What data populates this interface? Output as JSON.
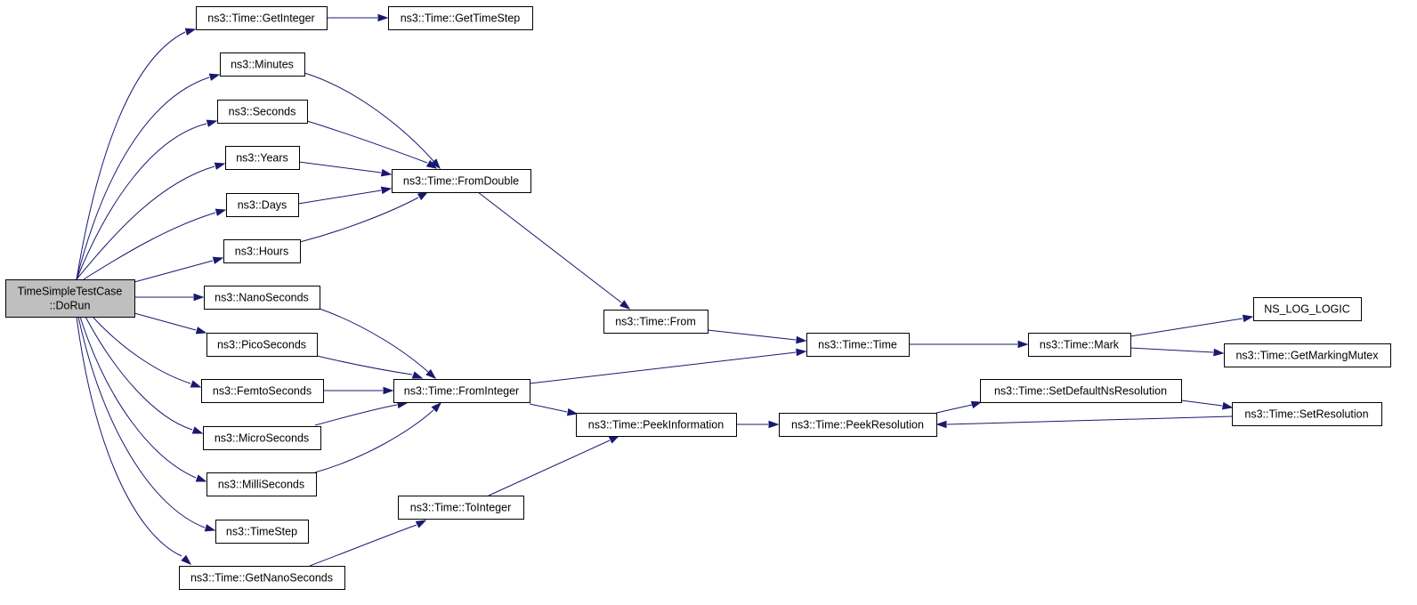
{
  "graph": {
    "root": "dorun",
    "nodes": [
      {
        "id": "dorun",
        "lines": [
          "TimeSimpleTestCase",
          "::DoRun"
        ],
        "highlighted": true
      },
      {
        "id": "getinteger",
        "lines": [
          "ns3::Time::GetInteger"
        ]
      },
      {
        "id": "gettimestep",
        "lines": [
          "ns3::Time::GetTimeStep"
        ]
      },
      {
        "id": "minutes",
        "lines": [
          "ns3::Minutes"
        ]
      },
      {
        "id": "seconds",
        "lines": [
          "ns3::Seconds"
        ]
      },
      {
        "id": "years",
        "lines": [
          "ns3::Years"
        ]
      },
      {
        "id": "days",
        "lines": [
          "ns3::Days"
        ]
      },
      {
        "id": "hours",
        "lines": [
          "ns3::Hours"
        ]
      },
      {
        "id": "fromdouble",
        "lines": [
          "ns3::Time::FromDouble"
        ]
      },
      {
        "id": "nanoseconds",
        "lines": [
          "ns3::NanoSeconds"
        ]
      },
      {
        "id": "picoseconds",
        "lines": [
          "ns3::PicoSeconds"
        ]
      },
      {
        "id": "femtoseconds",
        "lines": [
          "ns3::FemtoSeconds"
        ]
      },
      {
        "id": "microseconds",
        "lines": [
          "ns3::MicroSeconds"
        ]
      },
      {
        "id": "milliseconds",
        "lines": [
          "ns3::MilliSeconds"
        ]
      },
      {
        "id": "timestep",
        "lines": [
          "ns3::TimeStep"
        ]
      },
      {
        "id": "getnanoseconds",
        "lines": [
          "ns3::Time::GetNanoSeconds"
        ]
      },
      {
        "id": "frominteger",
        "lines": [
          "ns3::Time::FromInteger"
        ]
      },
      {
        "id": "tointeger",
        "lines": [
          "ns3::Time::ToInteger"
        ]
      },
      {
        "id": "from",
        "lines": [
          "ns3::Time::From"
        ]
      },
      {
        "id": "peekinformation",
        "lines": [
          "ns3::Time::PeekInformation"
        ]
      },
      {
        "id": "time",
        "lines": [
          "ns3::Time::Time"
        ]
      },
      {
        "id": "peekresolution",
        "lines": [
          "ns3::Time::PeekResolution"
        ]
      },
      {
        "id": "mark",
        "lines": [
          "ns3::Time::Mark"
        ]
      },
      {
        "id": "setdefaultnsresolution",
        "lines": [
          "ns3::Time::SetDefaultNsResolution"
        ]
      },
      {
        "id": "ns_log_logic",
        "lines": [
          "NS_LOG_LOGIC"
        ]
      },
      {
        "id": "getmarkingmutex",
        "lines": [
          "ns3::Time::GetMarkingMutex"
        ]
      },
      {
        "id": "setresolution",
        "lines": [
          "ns3::Time::SetResolution"
        ]
      }
    ],
    "edges": [
      {
        "from": "dorun",
        "to": "getinteger"
      },
      {
        "from": "dorun",
        "to": "minutes"
      },
      {
        "from": "dorun",
        "to": "seconds"
      },
      {
        "from": "dorun",
        "to": "years"
      },
      {
        "from": "dorun",
        "to": "days"
      },
      {
        "from": "dorun",
        "to": "hours"
      },
      {
        "from": "dorun",
        "to": "nanoseconds"
      },
      {
        "from": "dorun",
        "to": "picoseconds"
      },
      {
        "from": "dorun",
        "to": "femtoseconds"
      },
      {
        "from": "dorun",
        "to": "microseconds"
      },
      {
        "from": "dorun",
        "to": "milliseconds"
      },
      {
        "from": "dorun",
        "to": "timestep"
      },
      {
        "from": "dorun",
        "to": "getnanoseconds"
      },
      {
        "from": "getinteger",
        "to": "gettimestep"
      },
      {
        "from": "minutes",
        "to": "fromdouble"
      },
      {
        "from": "seconds",
        "to": "fromdouble"
      },
      {
        "from": "years",
        "to": "fromdouble"
      },
      {
        "from": "days",
        "to": "fromdouble"
      },
      {
        "from": "hours",
        "to": "fromdouble"
      },
      {
        "from": "fromdouble",
        "to": "from"
      },
      {
        "from": "nanoseconds",
        "to": "frominteger"
      },
      {
        "from": "picoseconds",
        "to": "frominteger"
      },
      {
        "from": "femtoseconds",
        "to": "frominteger"
      },
      {
        "from": "microseconds",
        "to": "frominteger"
      },
      {
        "from": "milliseconds",
        "to": "frominteger"
      },
      {
        "from": "getnanoseconds",
        "to": "tointeger"
      },
      {
        "from": "from",
        "to": "time"
      },
      {
        "from": "frominteger",
        "to": "time"
      },
      {
        "from": "frominteger",
        "to": "peekinformation"
      },
      {
        "from": "tointeger",
        "to": "peekinformation"
      },
      {
        "from": "time",
        "to": "mark"
      },
      {
        "from": "peekinformation",
        "to": "peekresolution"
      },
      {
        "from": "mark",
        "to": "ns_log_logic"
      },
      {
        "from": "mark",
        "to": "getmarkingmutex"
      },
      {
        "from": "peekresolution",
        "to": "setdefaultnsresolution"
      },
      {
        "from": "setdefaultnsresolution",
        "to": "setresolution"
      },
      {
        "from": "setresolution",
        "to": "peekresolution"
      }
    ]
  },
  "colors": {
    "edge": "#191970",
    "node_border": "#000000",
    "node_fill": "#ffffff",
    "root_fill": "#bfbfbf",
    "text": "#000000",
    "background": "#ffffff"
  }
}
